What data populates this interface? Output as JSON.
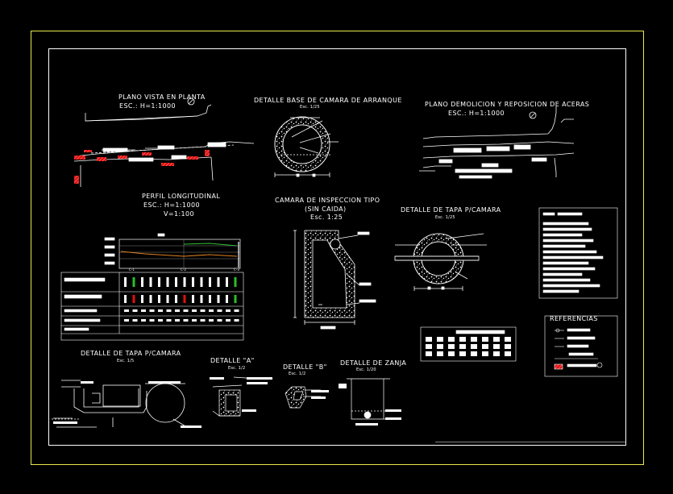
{
  "colors": {
    "background": "#000000",
    "outer_frame": "#e8e84a",
    "inner_frame": "#ffffff",
    "linework": "#ffffff",
    "hatch_red": "#e01010",
    "hatch_green": "#28c028",
    "profile_orange": "#e08020",
    "profile_green": "#30c030",
    "grid_gray": "#a0a0a0"
  },
  "drawings": {
    "plano_planta": {
      "title": "PLANO VISTA EN PLANTA",
      "scale": "ESC.:  H=1:1000"
    },
    "detalle_base": {
      "title": "DETALLE BASE DE CAMARA DE ARRANQUE",
      "scale": "Esc. 1/25"
    },
    "plano_demolicion": {
      "title": "PLANO DEMOLICION Y REPOSICION DE ACERAS",
      "scale": "ESC.:  H=1:1000"
    },
    "perfil": {
      "title": "PERFIL LONGITUDINAL",
      "scale_h": "ESC.:  H=1:1000",
      "scale_v": "V=1:100"
    },
    "camara_inspeccion": {
      "title": "CAMARA DE INSPECCION TIPO",
      "subtitle": "(SIN CAIDA)",
      "scale": "Esc. 1:25"
    },
    "tapa_camara_right": {
      "title": "DETALLE DE TAPA P/CAMARA",
      "scale": "Esc. 1/25"
    },
    "tapa_camara_left": {
      "title": "DETALLE DE TAPA P/CAMARA",
      "scale": "Esc. 1/5"
    },
    "detalle_a": {
      "title": "DETALLE \"A\"",
      "scale": "Esc. 1/2"
    },
    "detalle_b": {
      "title": "DETALLE \"B\"",
      "scale": "Esc. 1/2"
    },
    "detalle_zanja": {
      "title": "DETALLE DE ZANJA",
      "scale": "Esc. 1/20"
    },
    "referencias": {
      "title": "REFERENCIAS"
    },
    "perfil_stations": [
      "C-1",
      "C-2",
      "C-3"
    ]
  }
}
